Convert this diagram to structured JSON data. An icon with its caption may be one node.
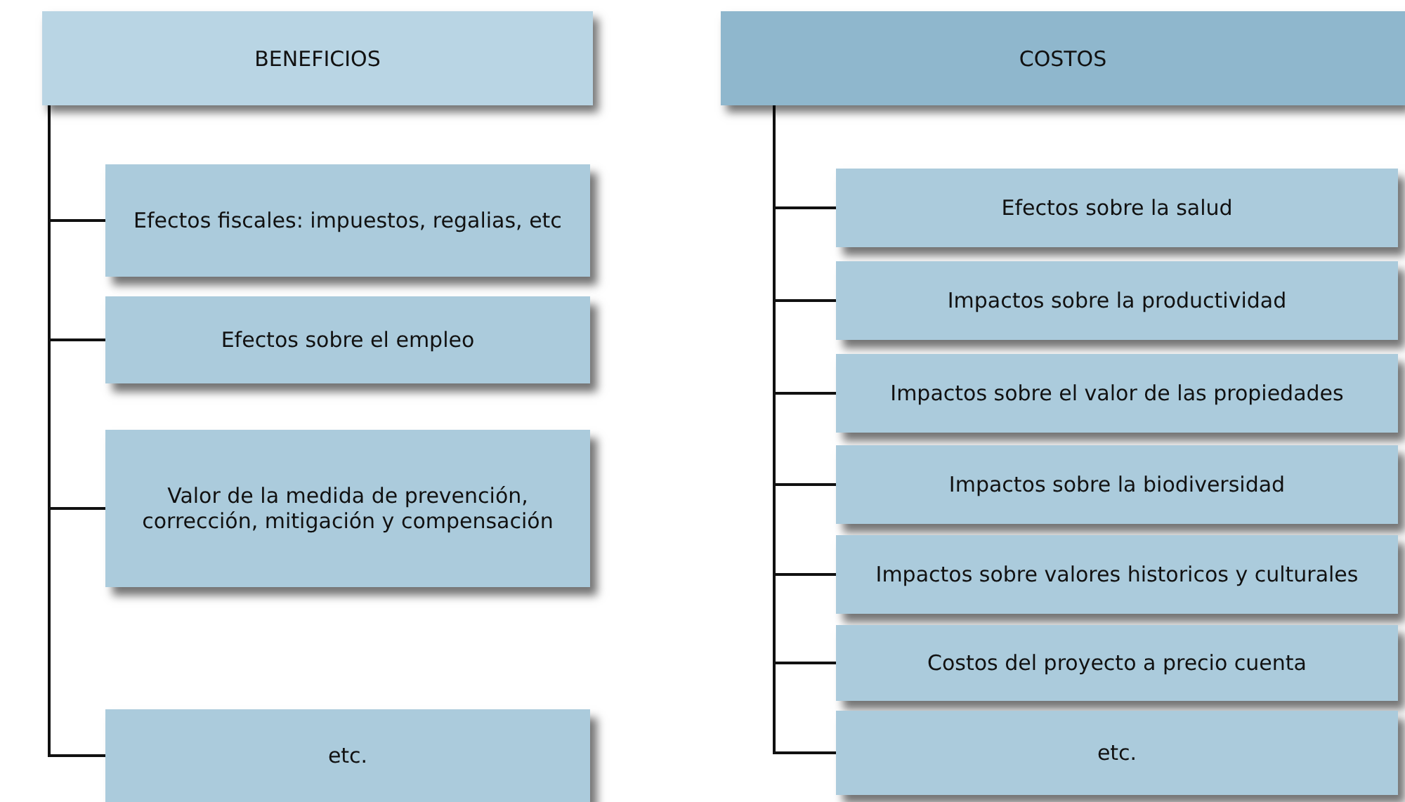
{
  "diagram": {
    "nodes": [
      {
        "text": [
          "BENEFICIOS"
        ]
      },
      {
        "text": [
          "Efectos fiscales: impuestos, regalias, etc"
        ]
      },
      {
        "text": [
          "Efectos sobre el empleo"
        ]
      },
      {
        "text": [
          "Valor de la medida de prevención, corrección, mitigación y compensación"
        ]
      },
      {
        "text": [
          "etc."
        ]
      },
      {
        "text": [
          "COSTOS"
        ]
      },
      {
        "text": [
          "Efectos sobre la salud"
        ]
      },
      {
        "text": [
          "Impactos sobre la productividad"
        ]
      },
      {
        "text": [
          "Impactos sobre el valor de las propiedades"
        ]
      },
      {
        "text": [
          "Impactos sobre la biodiversidad"
        ]
      },
      {
        "text": [
          "Impactos sobre valores historicos y culturales"
        ]
      },
      {
        "text": [
          "Costos del proyecto a precio cuenta"
        ]
      },
      {
        "text": [
          "etc."
        ]
      }
    ],
    "edges": [
      {
        "from": 0,
        "to": 1,
        "arrow": "none"
      },
      {
        "from": 0,
        "to": 2,
        "arrow": "none"
      },
      {
        "from": 0,
        "to": 3,
        "arrow": "none"
      },
      {
        "from": 0,
        "to": 4,
        "arrow": "none"
      },
      {
        "from": 5,
        "to": 6,
        "arrow": "none"
      },
      {
        "from": 5,
        "to": 7,
        "arrow": "none"
      },
      {
        "from": 5,
        "to": 8,
        "arrow": "none"
      },
      {
        "from": 5,
        "to": 9,
        "arrow": "none"
      },
      {
        "from": 5,
        "to": 10,
        "arrow": "none"
      },
      {
        "from": 5,
        "to": 11,
        "arrow": "none"
      },
      {
        "from": 5,
        "to": 12,
        "arrow": "none"
      }
    ]
  }
}
